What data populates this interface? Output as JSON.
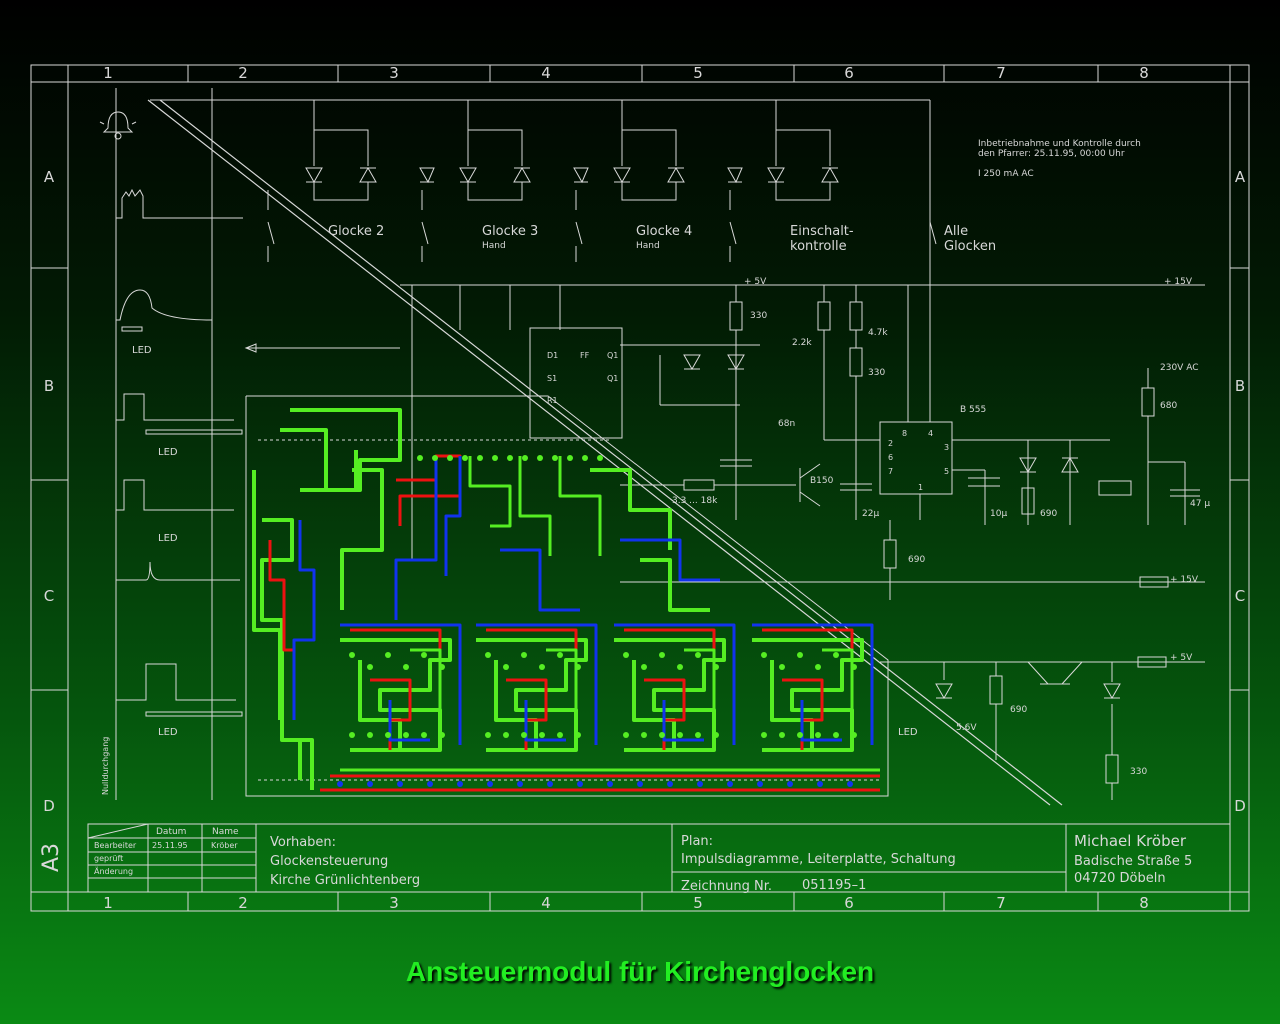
{
  "caption": "Ansteuermodul für Kirchenglocken",
  "colors": {
    "line": "#d8d8d8",
    "trace_green": "#55ee22",
    "trace_red": "#ee1111",
    "trace_blue": "#1133ee"
  },
  "frame": {
    "columns": [
      "1",
      "2",
      "3",
      "4",
      "5",
      "6",
      "7",
      "8"
    ],
    "rows": [
      "A",
      "B",
      "C",
      "D"
    ],
    "sheet_size": "A3",
    "vertical_label": "Nulldurchgang"
  },
  "schematic": {
    "channels": [
      "Glocke 2",
      "Glocke 3",
      "Glocke 4",
      "Einschalt-",
      "kontrolle",
      "Alle",
      "Glocken"
    ],
    "hand_labels": [
      "Hand",
      "Hand"
    ],
    "note_lines": [
      "Inbetriebnahme und Kontrolle durch",
      "den Pfarrer: 25.11.95, 00:00 Uhr",
      "I 250 mA AC"
    ],
    "supply_labels": [
      "+ 5V",
      "+ 15V",
      "+ 15V",
      "+ 5V",
      "230V AC",
      "5.6V"
    ],
    "parts": [
      "330",
      "2.2k",
      "4.7k",
      "330",
      "68n",
      "B 555",
      "B150",
      "3.3 ... 18k",
      "22µ",
      "10µ",
      "690",
      "690",
      "47 µ",
      "680",
      "690",
      "330"
    ],
    "ic_pins": [
      "8",
      "4",
      "2",
      "6",
      "7",
      "1",
      "3",
      "5"
    ],
    "ff_labels": [
      "D1",
      "S1",
      "R1",
      "FF",
      "Q1",
      "Q1"
    ],
    "led_labels": [
      "LED",
      "LED",
      "LED",
      "LED",
      "LED"
    ]
  },
  "title_block": {
    "col_datum": "Datum",
    "col_name": "Name",
    "rows": [
      {
        "label": "Bearbeiter",
        "datum": "25.11.95",
        "name": "Kröber"
      },
      {
        "label": "geprüft",
        "datum": "",
        "name": ""
      },
      {
        "label": "Änderung",
        "datum": "",
        "name": ""
      }
    ],
    "vorhaben_label": "Vorhaben:",
    "vorhaben_line1": "Glockensteuerung",
    "vorhaben_line2": "Kirche Grünlichtenberg",
    "plan_label": "Plan:",
    "plan_value": "Impulsdiagramme, Leiterplatte, Schaltung",
    "zeichnung_label": "Zeichnung Nr.",
    "zeichnung_value": "051195–1",
    "author_name": "Michael Kröber",
    "author_street": "Badische Straße 5",
    "author_city": "04720 Döbeln"
  }
}
